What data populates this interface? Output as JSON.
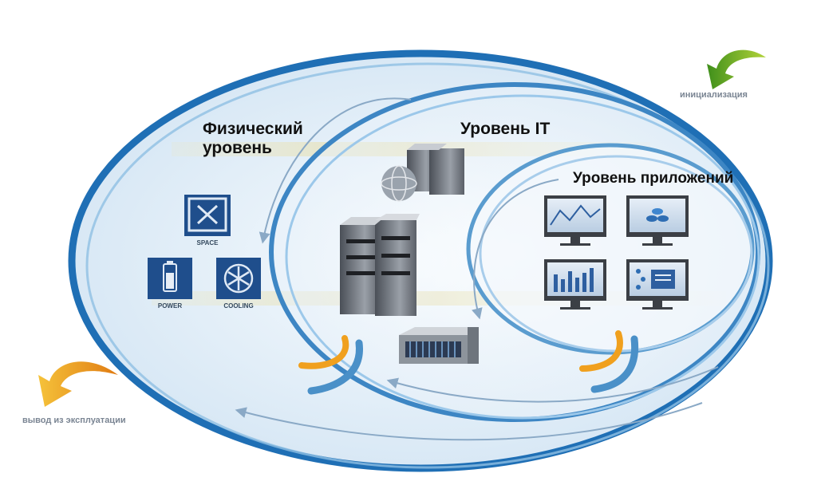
{
  "labels": {
    "physical_line1": "Физический",
    "physical_line2": "уровень",
    "it_level": "Уровень IT",
    "app_level": "Уровень приложений",
    "init": "инициализация",
    "decommission": "вывод из эксплуатации"
  },
  "tiles": {
    "space": "SPACE",
    "power": "POWER",
    "cooling": "COOLING"
  },
  "icons": [
    "space-icon",
    "power-icon",
    "cooling-icon",
    "globe-server-icon",
    "server-rack-icon",
    "storage-array-icon",
    "line-chart-monitor-icon",
    "database-monitor-icon",
    "bar-chart-monitor-icon",
    "dashboard-monitor-icon",
    "green-arrow-icon",
    "orange-arrow-icon"
  ],
  "colors": {
    "outer_ring": "#1f6fb5",
    "mid_ring": "#4a90c8",
    "inner_ring": "#6aa8d6",
    "tile_blue": "#1f4e8c",
    "init_arrow": "#7cb518",
    "decom_arrow": "#f0a01e",
    "band": "#e9e3b8"
  }
}
